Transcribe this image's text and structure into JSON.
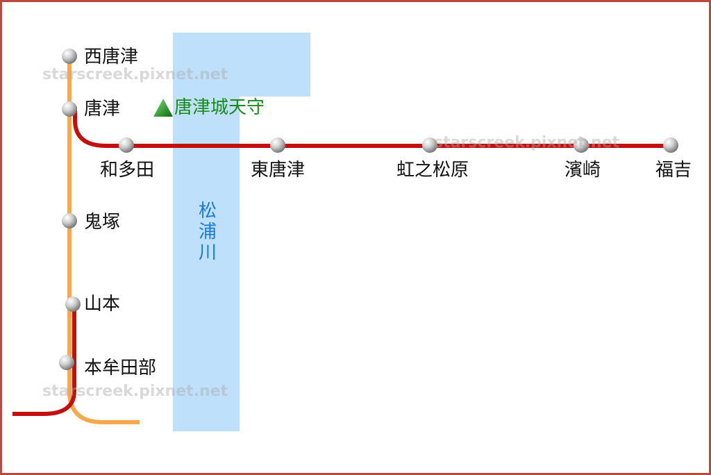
{
  "map": {
    "colors": {
      "frame": "#b84a3e",
      "line_red": "#c1100f",
      "line_orange": "#f6a84a",
      "river": "#bfe0fb",
      "river_label": "#1a7ad4",
      "landmark": "#1a8a1a",
      "station_dot": "#c8c8c8"
    },
    "river": {
      "name": "松浦川",
      "chars": [
        "松",
        "浦",
        "川"
      ]
    },
    "landmark": {
      "name": "唐津城天守",
      "icon": "green-triangle-icon"
    },
    "stations": {
      "nishikaratsu": "西唐津",
      "karatsu": "唐津",
      "wata": "和多田",
      "higashikaratsu": "東唐津",
      "nijinomatsubara": "虹之松原",
      "hamasaki": "濱崎",
      "fukuyoshi": "福吉",
      "onizuka": "鬼塚",
      "yamamoto": "山本",
      "honmutabe": "本牟田部"
    },
    "watermark_text": "starscreek.pixnet.net"
  }
}
